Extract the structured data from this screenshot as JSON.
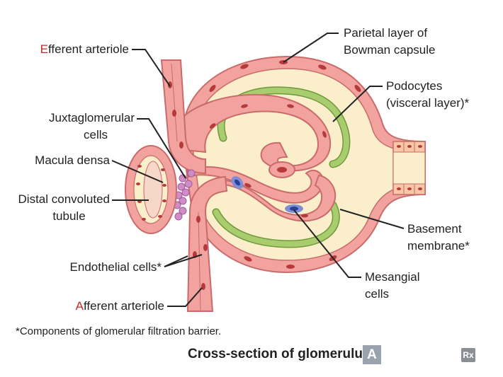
{
  "labels": {
    "efferent_first": "E",
    "efferent_rest": "fferent arteriole",
    "juxtaglomerular_line1": "Juxtaglomerular",
    "juxtaglomerular_line2": "cells",
    "macula_densa": "Macula densa",
    "distal_line1": "Distal convoluted",
    "distal_line2": "tubule",
    "endothelial": "Endothelial cells*",
    "afferent_first": "A",
    "afferent_rest": "fferent arteriole",
    "parietal_line1": "Parietal layer of",
    "parietal_line2": "Bowman capsule",
    "podocytes_line1": "Podocytes",
    "podocytes_line2": "(visceral layer)*",
    "basement_line1": "Basement",
    "basement_line2": "membrane*",
    "mesangial_line1": "Mesangial",
    "mesangial_line2": "cells"
  },
  "footnote": "*Components of glomerular filtration barrier.",
  "caption": "Cross-section of glomerulus",
  "caption_letter": "A",
  "logo_text": "Rx",
  "colors": {
    "vessel_fill": "#f2a3a0",
    "vessel_stroke": "#c96b6a",
    "nucleus": "#b73a3a",
    "capsule_space": "#fbeecb",
    "podocyte": "#a9cd6e",
    "podocyte_stroke": "#6f9a3a",
    "mesangial": "#2c3f9c",
    "juxtaglomerular": "#cf8cc7",
    "accent_red": "#c8282d",
    "leader": "#222222"
  }
}
